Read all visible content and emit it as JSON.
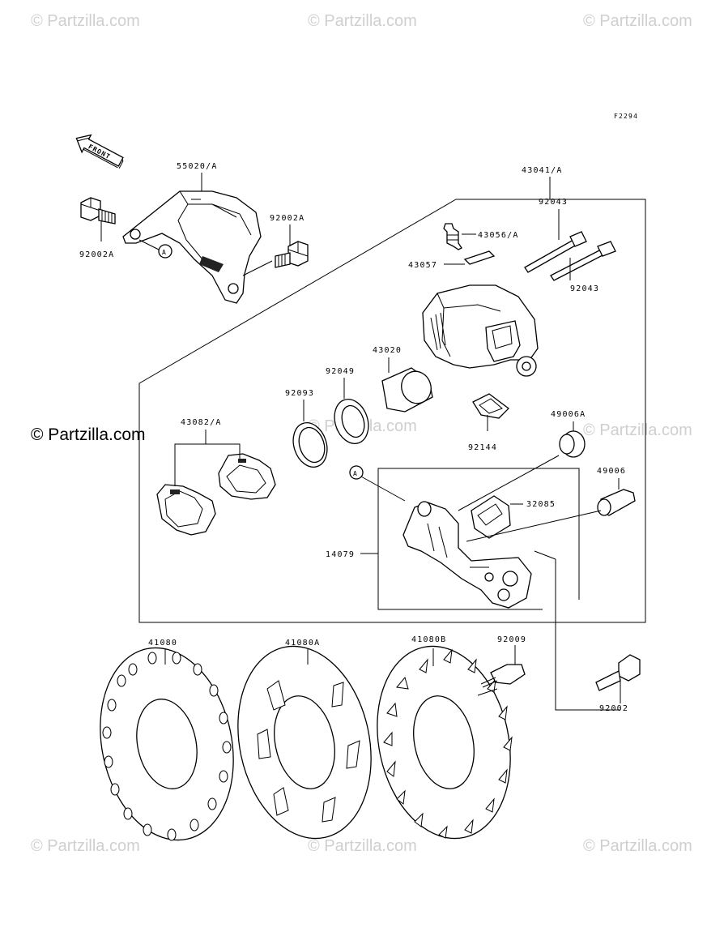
{
  "diagram": {
    "ref_code": "F2294",
    "front_label": "FRONT",
    "callout_a": "A",
    "watermark": "© Partzilla.com",
    "watermark_main": "© Partzilla.com",
    "parts": [
      {
        "label": "55020/A"
      },
      {
        "label": "43041/A"
      },
      {
        "label": "92002A"
      },
      {
        "label": "92002A"
      },
      {
        "label": "43056/A"
      },
      {
        "label": "92043"
      },
      {
        "label": "43057"
      },
      {
        "label": "92043"
      },
      {
        "label": "43020"
      },
      {
        "label": "92049"
      },
      {
        "label": "92093"
      },
      {
        "label": "43082/A"
      },
      {
        "label": "49006A"
      },
      {
        "label": "92144"
      },
      {
        "label": "49006"
      },
      {
        "label": "32085"
      },
      {
        "label": "14079"
      },
      {
        "label": "41080"
      },
      {
        "label": "41080A"
      },
      {
        "label": "41080B"
      },
      {
        "label": "92009"
      },
      {
        "label": "92002"
      }
    ]
  }
}
